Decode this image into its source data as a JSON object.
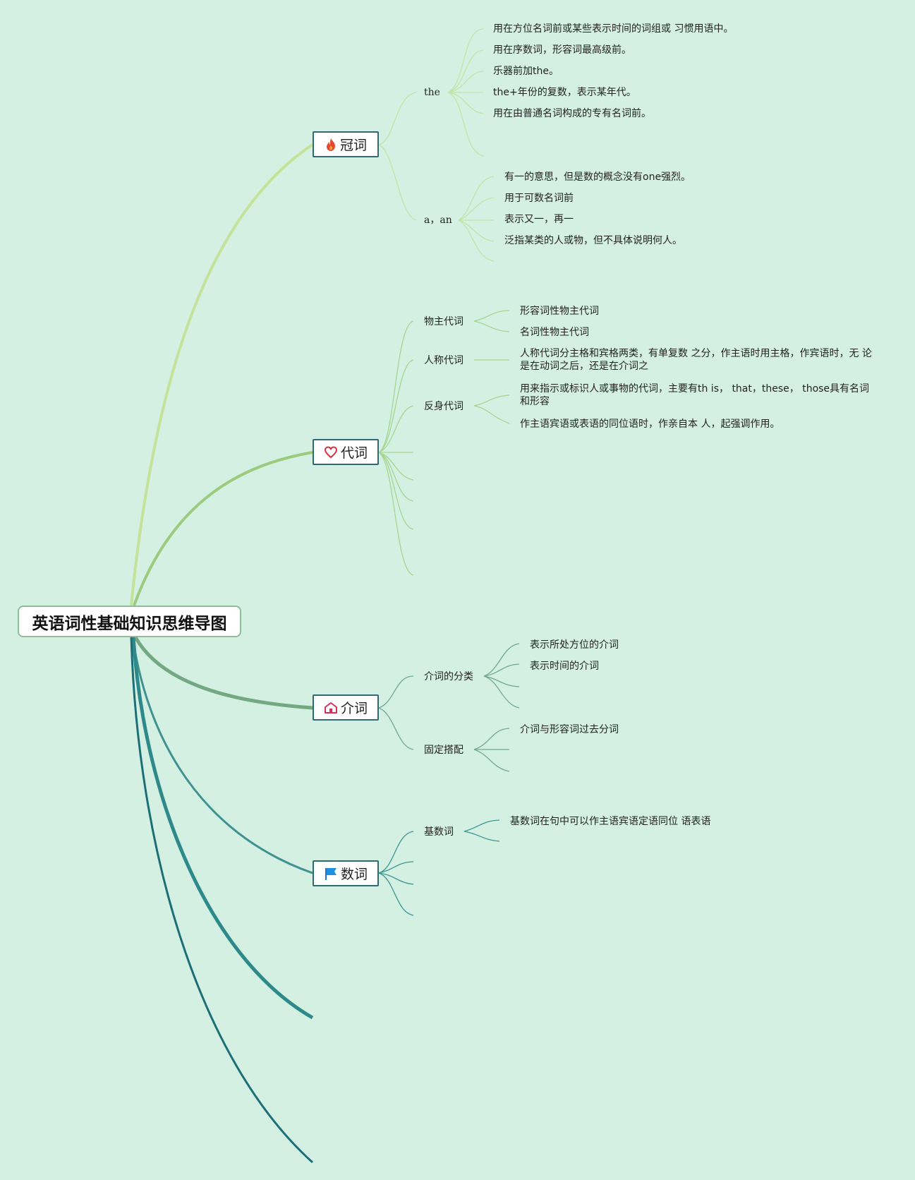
{
  "root": {
    "title": "英语词性基础知识思维导图"
  },
  "colors": {
    "background": "#d4f0e2",
    "topic_border": "#2f6a72"
  },
  "topics": [
    {
      "label": "冠词",
      "icon": "fire-icon",
      "subtopics": [
        {
          "label": "the",
          "items": [
            "用在方位名词前或某些表示时间的词组或 习惯用语中。",
            "用在序数词，形容词最高级前。",
            "乐器前加the。",
            "the+年份的复数，表示某年代。",
            "用在由普通名词构成的专有名词前。"
          ]
        },
        {
          "label": "a，an",
          "items": [
            "有一的意思，但是数的概念没有one强烈。",
            "用于可数名词前",
            "表示又一，再一",
            "泛指某类的人或物，但不具体说明何人。"
          ]
        }
      ]
    },
    {
      "label": "代词",
      "icon": "heart-icon",
      "subtopics": [
        {
          "label": "物主代词",
          "items": [
            "形容词性物主代词",
            "名词性物主代词"
          ]
        },
        {
          "label": "人称代词",
          "items": [
            "人称代词分主格和宾格两类，有单复数 之分，作主语时用主格，作宾语时，无 论是在动词之后，还是在介词之"
          ]
        },
        {
          "label": "反身代词",
          "items": [
            "用来指示或标识人或事物的代词，主要有th is， that，these， those具有名词和形容",
            "作主语宾语或表语的同位语时，作亲自本 人，起强调作用。"
          ]
        }
      ]
    },
    {
      "label": "介词",
      "icon": "home-icon",
      "subtopics": [
        {
          "label": "介词的分类",
          "items": [
            "表示所处方位的介词",
            "表示时间的介词"
          ]
        },
        {
          "label": "固定搭配",
          "items": [
            "介词与形容词过去分词"
          ]
        }
      ]
    },
    {
      "label": "数词",
      "icon": "flag-icon",
      "subtopics": [
        {
          "label": "基数词",
          "items": [
            "基数词在句中可以作主语宾语定语同位 语表语"
          ]
        }
      ]
    }
  ]
}
